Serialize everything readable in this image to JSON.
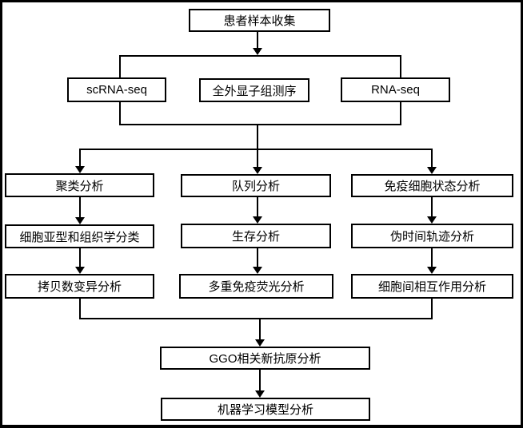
{
  "diagram": {
    "type": "flowchart",
    "colors": {
      "line": "#000000",
      "background": "#ffffff",
      "text": "#000000"
    },
    "nodes": {
      "patient_collection": "患者样本收集",
      "scrna_seq": "scRNA-seq",
      "wes": "全外显子组测序",
      "rna_seq": "RNA-seq",
      "clustering": "聚类分析",
      "cohort": "队列分析",
      "immune_state": "免疫细胞状态分析",
      "subtype": "细胞亚型和组织学分类",
      "survival": "生存分析",
      "pseudotime": "伪时间轨迹分析",
      "cnv": "拷贝数变异分析",
      "mif": "多重免疫荧光分析",
      "interaction": "细胞间相互作用分析",
      "ggo": "GGO相关新抗原分析",
      "ml": "机器学习模型分析"
    },
    "sequencing_group_members": [
      "scrna_seq",
      "wes",
      "rna_seq"
    ],
    "edges": [
      [
        "patient_collection",
        "sequencing_group"
      ],
      [
        "sequencing_group",
        "clustering"
      ],
      [
        "sequencing_group",
        "cohort"
      ],
      [
        "sequencing_group",
        "immune_state"
      ],
      [
        "clustering",
        "subtype"
      ],
      [
        "subtype",
        "cnv"
      ],
      [
        "cohort",
        "survival"
      ],
      [
        "survival",
        "mif"
      ],
      [
        "immune_state",
        "pseudotime"
      ],
      [
        "pseudotime",
        "interaction"
      ],
      [
        "cnv",
        "ggo"
      ],
      [
        "interaction",
        "ggo"
      ],
      [
        "ggo",
        "ml"
      ]
    ]
  }
}
